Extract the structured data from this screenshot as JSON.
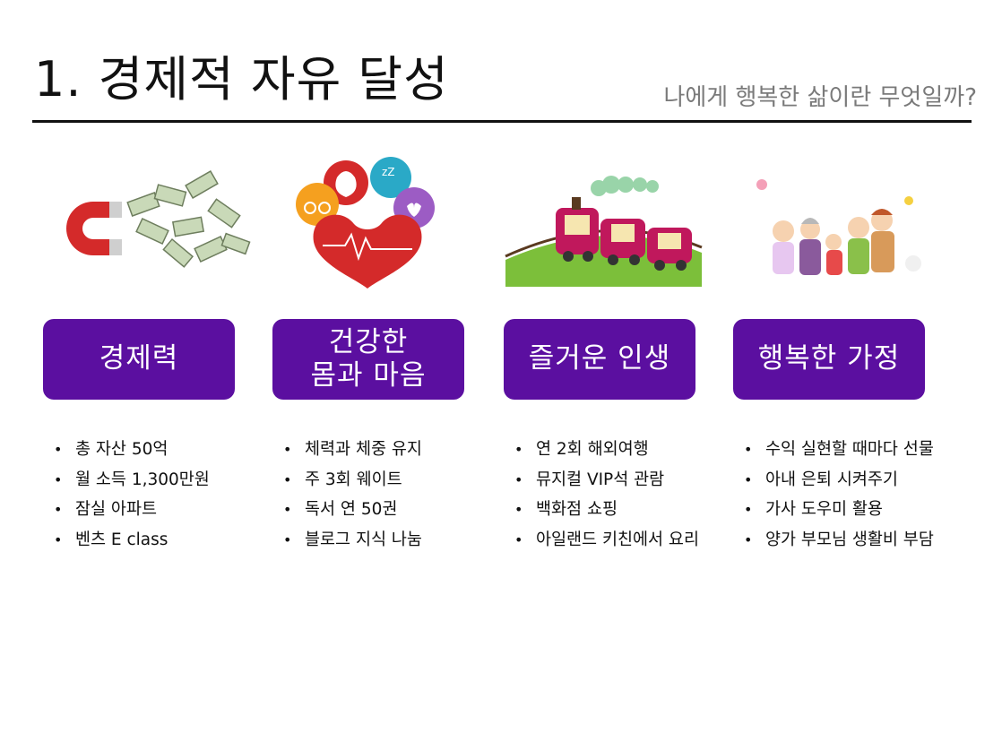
{
  "title": "1. 경제적 자유 달성",
  "subtitle": "나에게 행복한 삶이란 무엇일까?",
  "colors": {
    "pill": "#5b0fa0",
    "pill_text": "#ffffff",
    "rule": "#111111"
  },
  "columns": [
    {
      "illustration": "money-magnet",
      "heading_lines": [
        "경제력"
      ],
      "bullets": [
        "총 자산 50억",
        "월 소득 1,300만원",
        "잠실 아파트",
        "벤츠 E class"
      ]
    },
    {
      "illustration": "health-heart",
      "heading_lines": [
        "건강한",
        "몸과 마음"
      ],
      "bullets": [
        "체력과 체중 유지",
        "주 3회 웨이트",
        "독서 연 50권",
        "블로그 지식 나눔"
      ]
    },
    {
      "illustration": "train",
      "heading_lines": [
        "즐거운 인생"
      ],
      "bullets": [
        "연 2회 해외여행",
        "뮤지컬 VIP석 관람",
        "백화점 쇼핑",
        "아일랜드 키친에서 요리"
      ]
    },
    {
      "illustration": "family",
      "heading_lines": [
        "행복한 가정"
      ],
      "bullets": [
        "수익 실현할 때마다 선물",
        "아내 은퇴 시켜주기",
        "가사 도우미 활용",
        "양가 부모님 생활비 부담"
      ]
    }
  ]
}
